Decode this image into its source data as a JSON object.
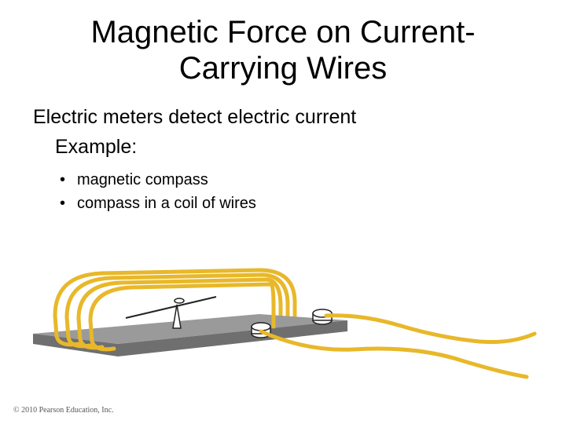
{
  "slide": {
    "title_line1": "Magnetic Force on Current-",
    "title_line2": "Carrying Wires",
    "body_line1": "Electric meters detect electric current",
    "body_line2": "Example:",
    "bullets": [
      {
        "marker": "•",
        "text": "magnetic compass"
      },
      {
        "marker": "•",
        "text": "compass in a coil of wires"
      }
    ],
    "copyright": "© 2010 Pearson Education, Inc."
  },
  "figure": {
    "wire_color": "#e8b82a",
    "board_top_color": "#9a9a9a",
    "board_side_color": "#6f6f6f"
  }
}
